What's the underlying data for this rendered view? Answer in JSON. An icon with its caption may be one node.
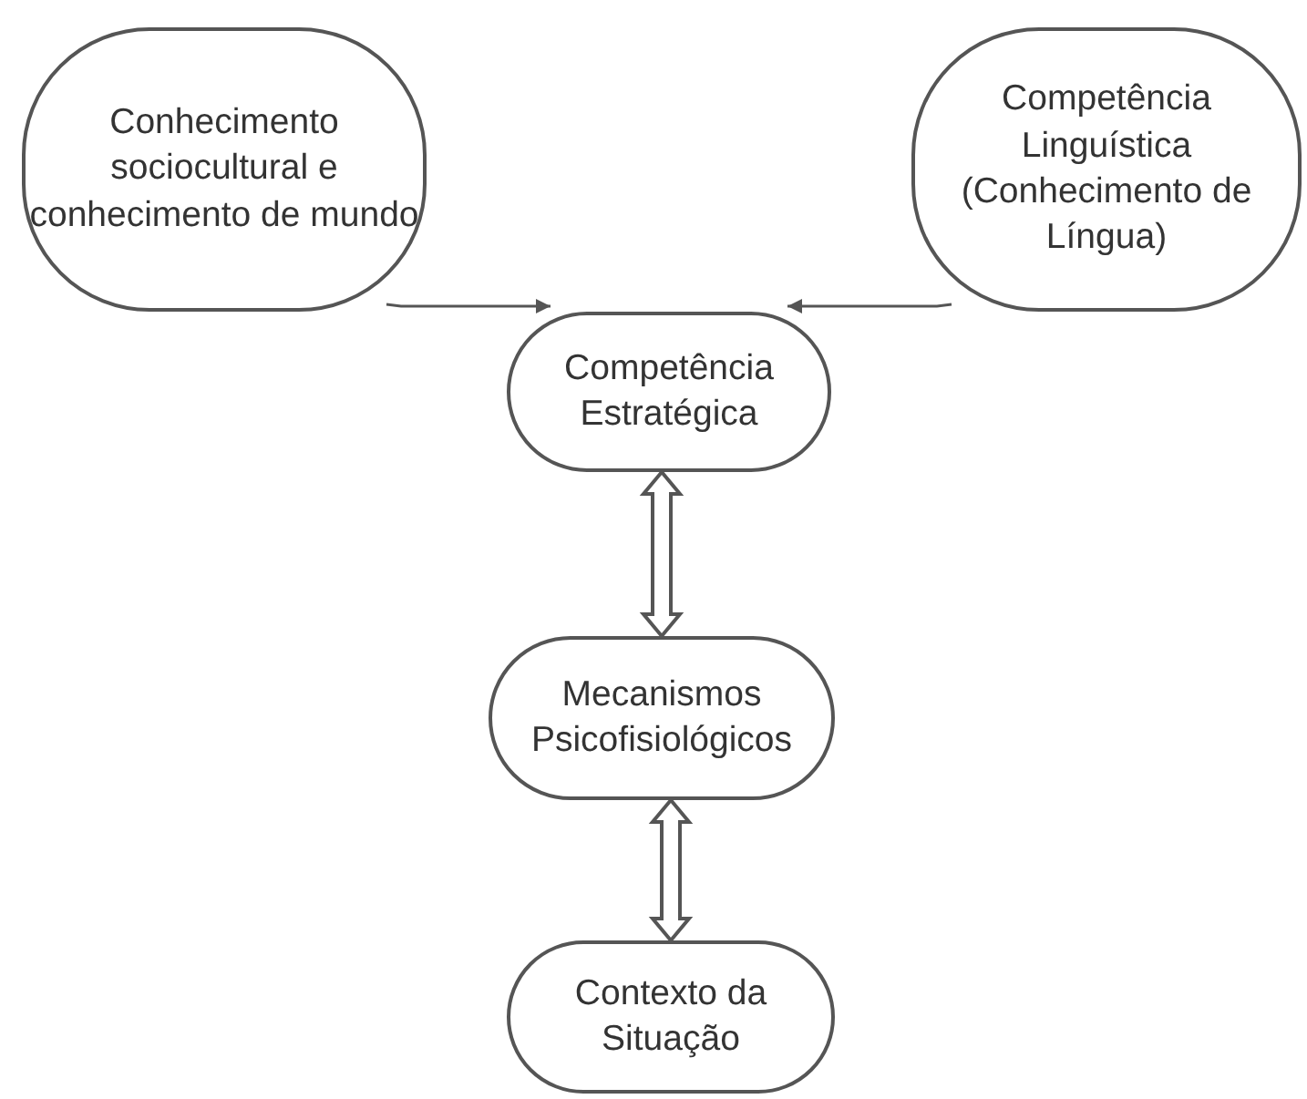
{
  "diagram": {
    "nodes": [
      {
        "text": [
          "Conhecimento sociocultural e conhecimento de mundo"
        ]
      },
      {
        "text": [
          "Competência Linguística (Conhecimento de Língua)"
        ]
      },
      {
        "text": [
          "Competência Estratégica"
        ]
      },
      {
        "text": [
          "Mecanismos Psicofisiológicos"
        ]
      },
      {
        "text": [
          "Contexto da Situação"
        ]
      }
    ],
    "edges": [
      {
        "from": 0,
        "to": 2,
        "arrow": "to"
      },
      {
        "from": 1,
        "to": 2,
        "arrow": "to"
      },
      {
        "from": 2,
        "to": 3,
        "arrow": "both",
        "style": "thick"
      },
      {
        "from": 3,
        "to": 4,
        "arrow": "both",
        "style": "thick"
      }
    ]
  }
}
